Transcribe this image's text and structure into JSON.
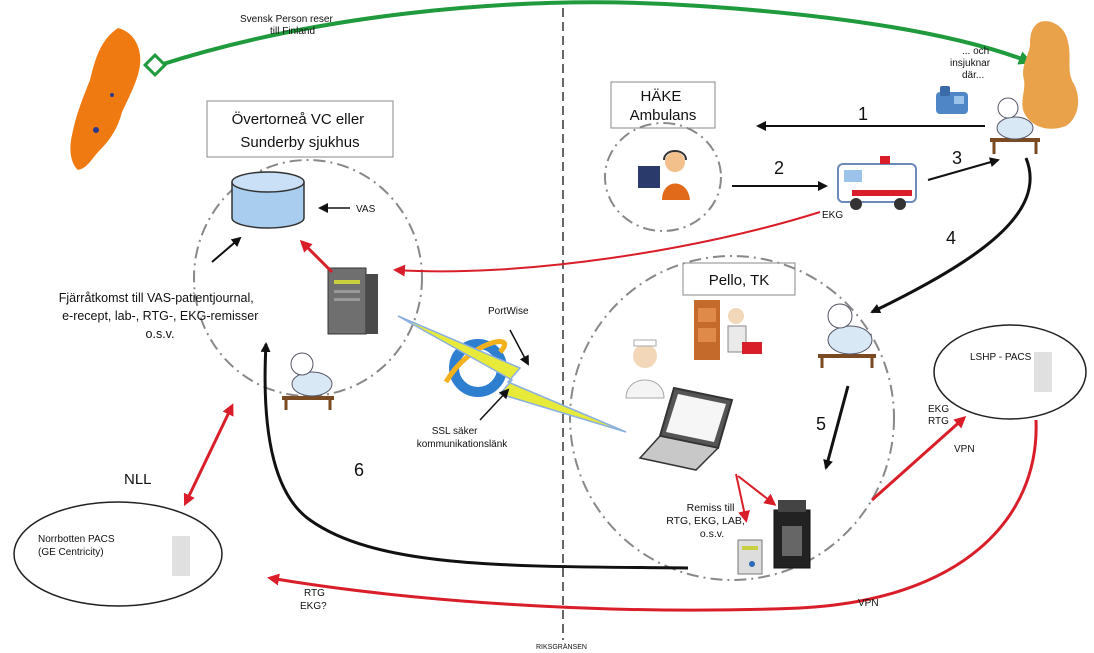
{
  "labels": {
    "top_arrow": [
      "Svensk Person reser",
      "till Finland"
    ],
    "insjuknar": [
      "... och",
      "insjuknar",
      "där..."
    ],
    "vc_box": [
      "Övertorneå VC eller",
      "Sunderby sjukhus"
    ],
    "vas": "VAS",
    "hake_box": [
      "HÄKE",
      "Ambulans"
    ],
    "ekg_amb": "EKG",
    "fjarr": [
      "Fjärråtkomst till VAS-patientjournal,",
      "e-recept, lab-, RTG-, EKG-remisser",
      "o.s.v."
    ],
    "portwise": "PortWise",
    "ssl": [
      "SSL säker",
      "kommunikationslänk"
    ],
    "pello_box": "Pello, TK",
    "lshp": "LSHP - PACS",
    "ekg_rtg": [
      "EKG",
      "RTG"
    ],
    "vpn_right": "VPN",
    "vpn_bottom": "VPN",
    "remiss": [
      "Remiss till",
      "RTG, EKG, LAB,",
      "o.s.v."
    ],
    "nll": "NLL",
    "norrbotten": [
      "Norrbotten PACS",
      "(GE Centricity)"
    ],
    "rtg_ekg": [
      "RTG",
      "EKG?"
    ],
    "riksgransen": "RIKSGRÄNSEN"
  },
  "steps": [
    "1",
    "2",
    "3",
    "4",
    "5",
    "6"
  ],
  "colors": {
    "green": "#1f9a3c",
    "red": "#d91e2a",
    "black": "#111111",
    "sweden": "#f07a12",
    "finland": "#e9a24a"
  },
  "icons": [
    "sweden-map-icon",
    "finland-map-icon",
    "database-icon",
    "server-icon",
    "operator-icon",
    "ambulance-icon",
    "phone-icon",
    "patient-icon",
    "doctor-icon",
    "laptop-icon",
    "internet-explorer-icon",
    "lightning-icon",
    "printer-icon",
    "workstation-icon",
    "cabinet-icon"
  ]
}
